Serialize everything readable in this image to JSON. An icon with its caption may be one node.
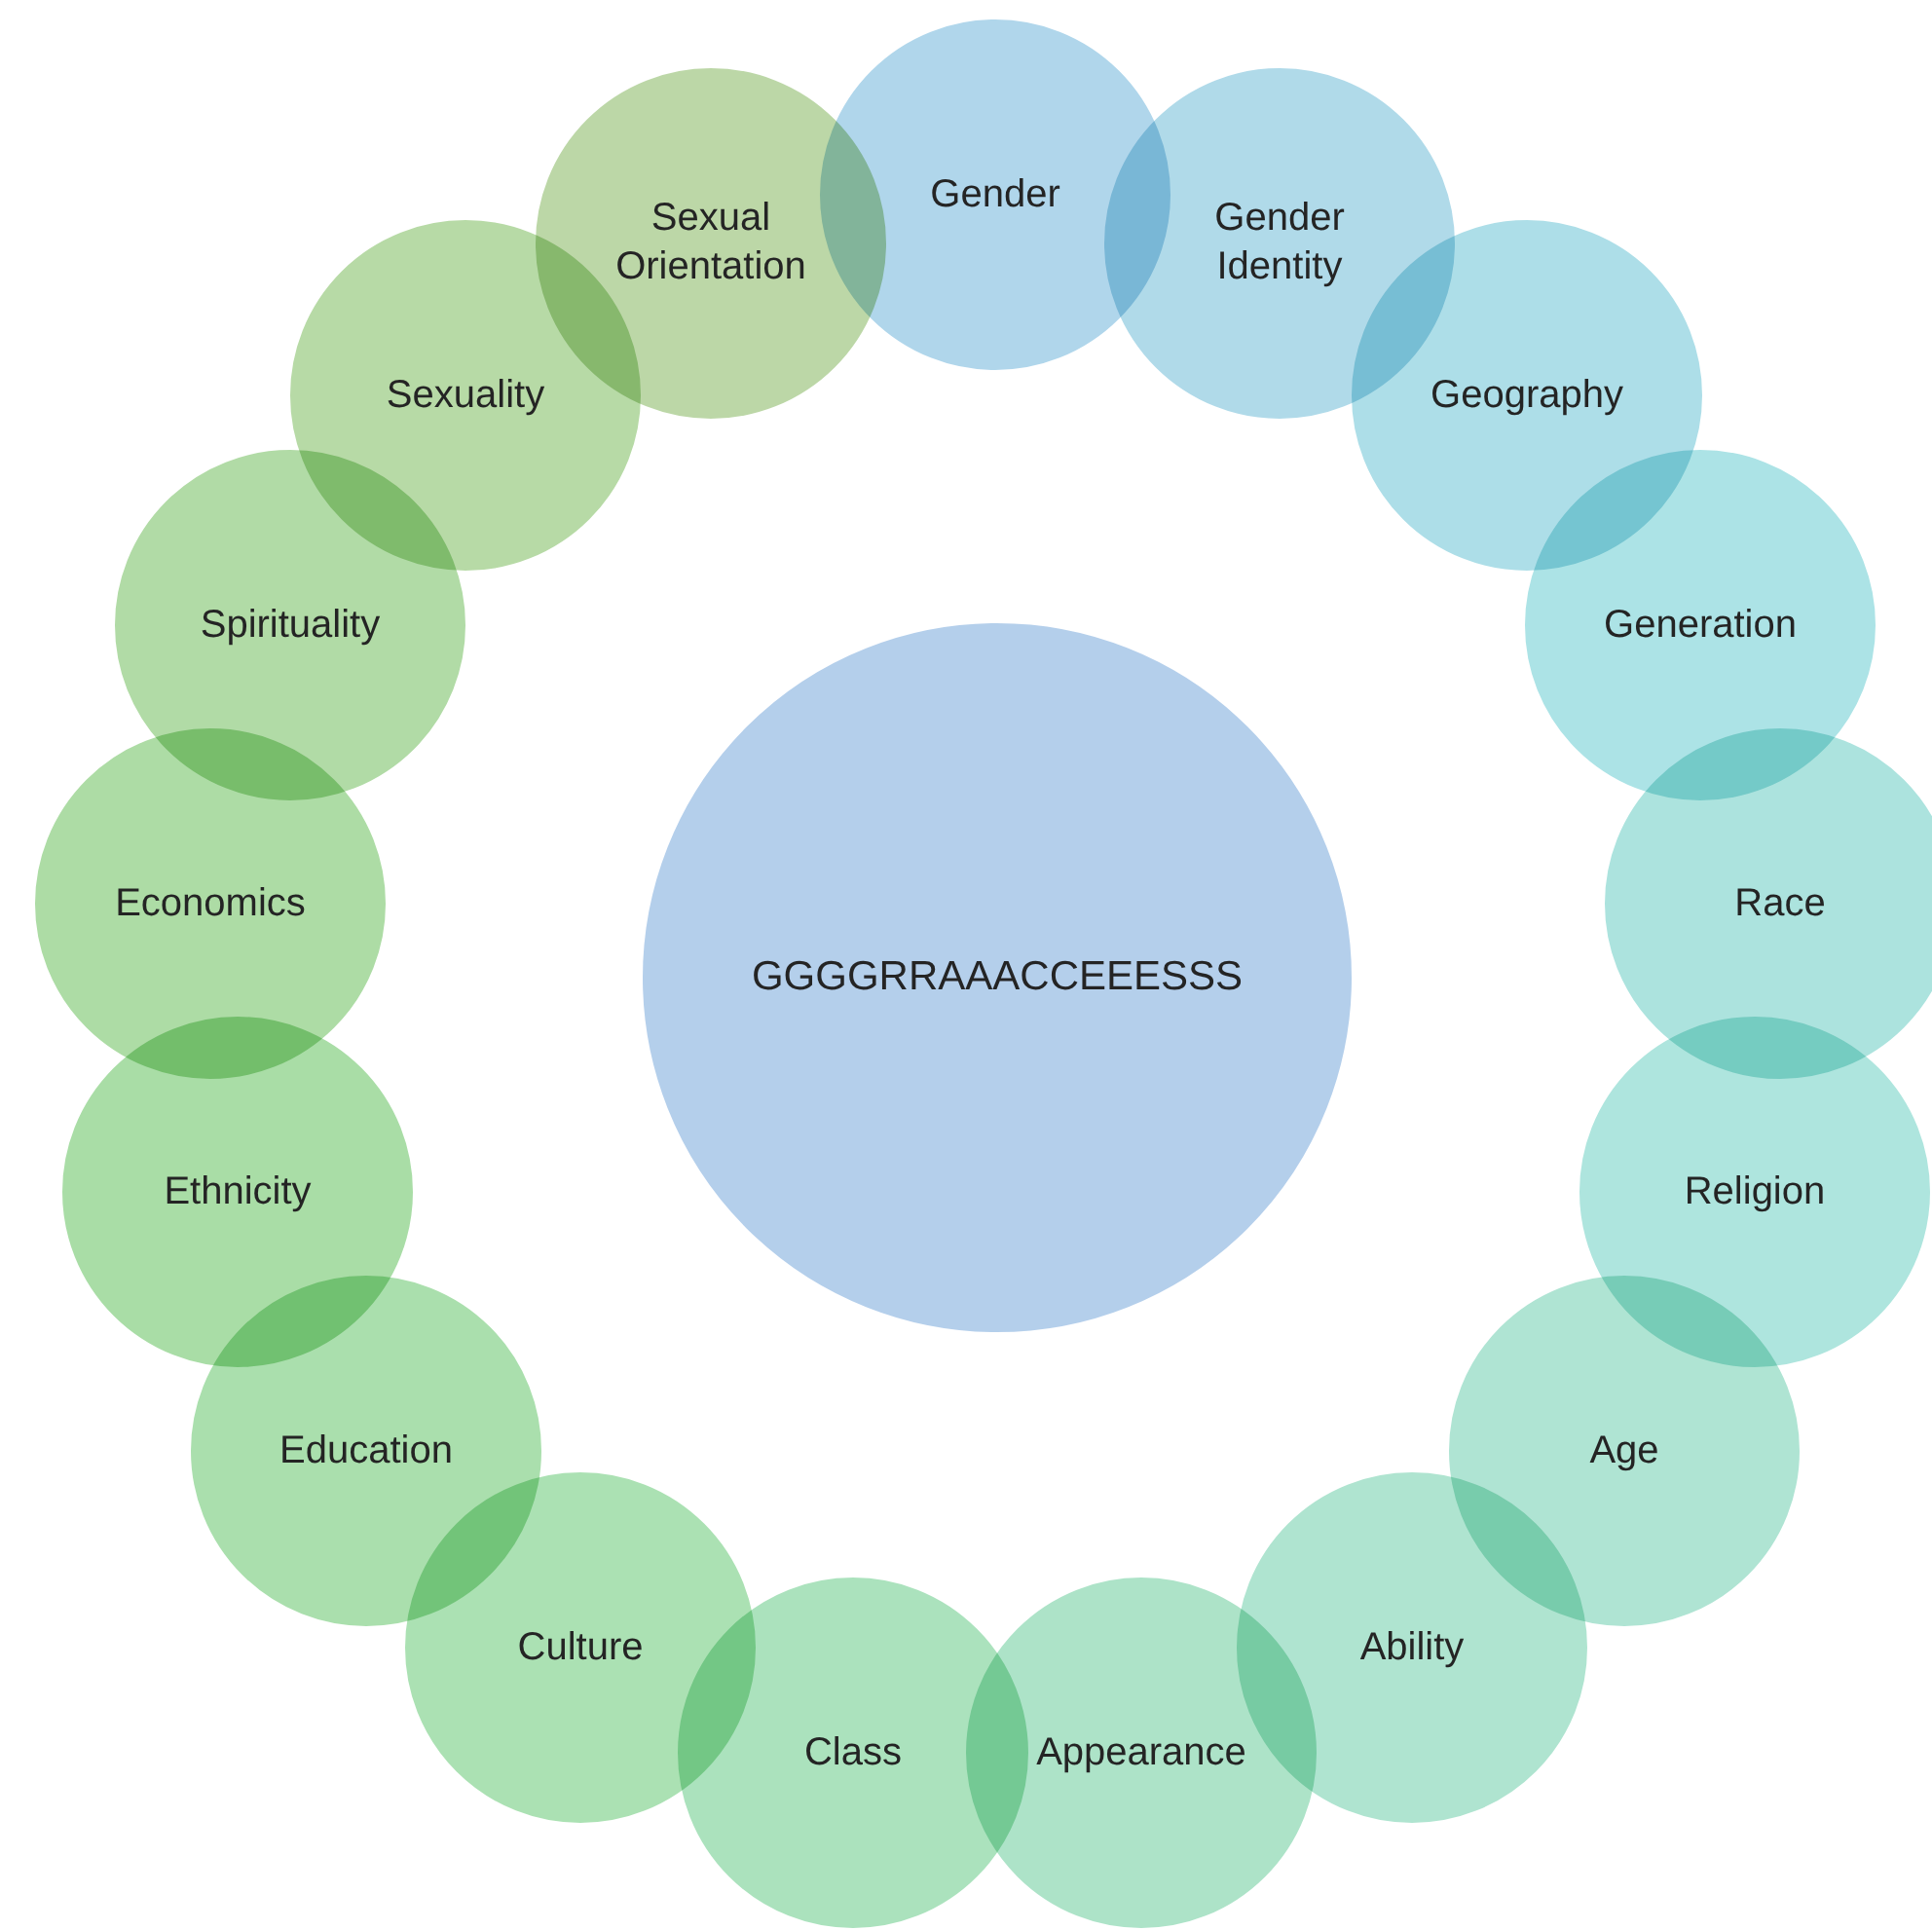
{
  "diagram": {
    "nodes": [
      {
        "text": [
          "Gender"
        ]
      },
      {
        "text": [
          "Gender Identity"
        ]
      },
      {
        "text": [
          "Geography"
        ]
      },
      {
        "text": [
          "Generation"
        ]
      },
      {
        "text": [
          "Race"
        ]
      },
      {
        "text": [
          "Religion"
        ]
      },
      {
        "text": [
          "Age"
        ]
      },
      {
        "text": [
          "Ability"
        ]
      },
      {
        "text": [
          "Appearance"
        ]
      },
      {
        "text": [
          "Class"
        ]
      },
      {
        "text": [
          "Culture"
        ]
      },
      {
        "text": [
          "Education"
        ]
      },
      {
        "text": [
          "Ethnicity"
        ]
      },
      {
        "text": [
          "Economics"
        ]
      },
      {
        "text": [
          "Spirituality"
        ]
      },
      {
        "text": [
          "Sexuality"
        ]
      },
      {
        "text": [
          "Sexual Orientation"
        ]
      },
      {
        "text": [
          "GGGGRRAAACCEEESSS"
        ]
      }
    ]
  }
}
